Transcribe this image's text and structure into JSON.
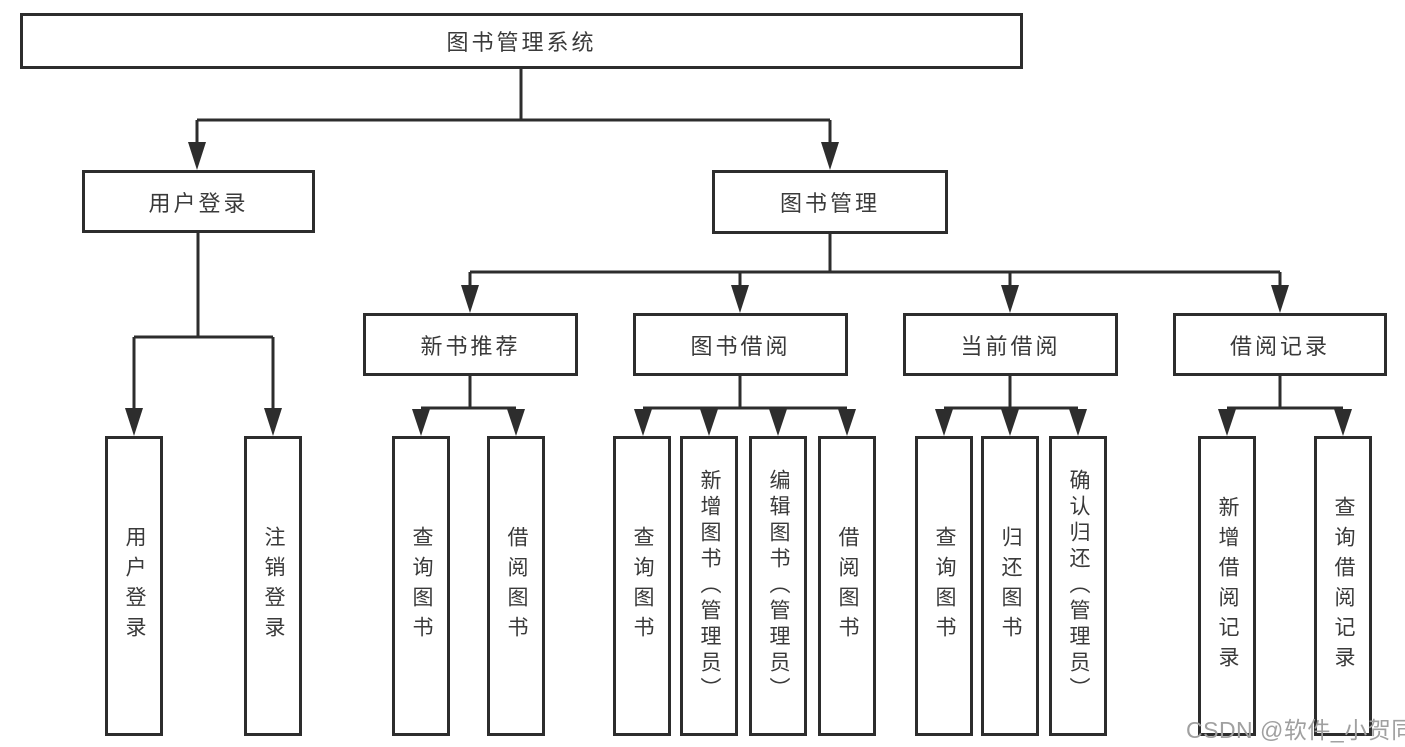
{
  "colors": {
    "line": "#2d2d2d",
    "text": "#3a3a3a",
    "background": "#ffffff"
  },
  "watermark": {
    "text": "CSDN @软件_小贺同学",
    "color": "#a0a0a0"
  },
  "tree": {
    "root": {
      "label": "图书管理系统"
    },
    "level1": {
      "user_login": {
        "label": "用户登录"
      },
      "book_mgmt": {
        "label": "图书管理"
      }
    },
    "level2": {
      "new_books": {
        "label": "新书推荐"
      },
      "book_borrow": {
        "label": "图书借阅"
      },
      "current_borrow": {
        "label": "当前借阅"
      },
      "borrow_records": {
        "label": "借阅记录"
      }
    },
    "leaves": {
      "login": {
        "label": "用户登录"
      },
      "logout": {
        "label": "注销登录"
      },
      "nb_query": {
        "label": "查询图书"
      },
      "nb_borrow": {
        "label": "借阅图书"
      },
      "bw_query": {
        "label": "查询图书"
      },
      "bw_add": {
        "label": "新增图书（管理员）"
      },
      "bw_edit": {
        "label": "编辑图书（管理员）"
      },
      "bw_borrow": {
        "label": "借阅图书"
      },
      "cur_query": {
        "label": "查询图书"
      },
      "cur_return": {
        "label": "归还图书"
      },
      "cur_confirm": {
        "label": "确认归还（管理员）"
      },
      "rec_add": {
        "label": "新增借阅记录"
      },
      "rec_query": {
        "label": "查询借阅记录"
      }
    }
  }
}
